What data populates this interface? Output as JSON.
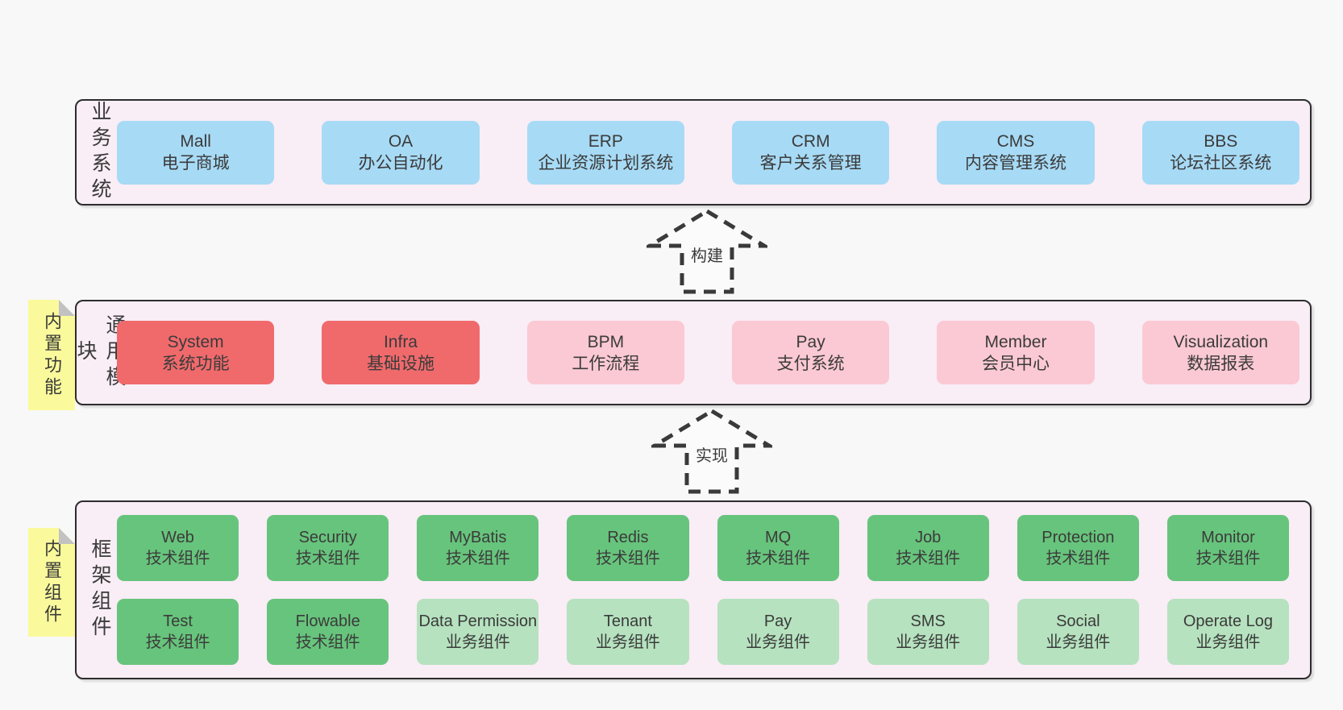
{
  "colors": {
    "page_background": "#f8f8f8",
    "layer_fill": "#f9edf6",
    "layer_border": "#2d2d2d",
    "box_blue": "#a7daf5",
    "box_red": "#f06a6c",
    "box_pink": "#fbc9d3",
    "box_green": "#67c47c",
    "box_green_light": "#b6e2bf",
    "note_yellow": "#fafa9c",
    "note_fold_gray": "#c2c2c2",
    "text": "#3b3b3b"
  },
  "layers": [
    {
      "label": "业务系统",
      "boxes": [
        {
          "name": "Mall",
          "desc": "电子商城",
          "variant": "blue"
        },
        {
          "name": "OA",
          "desc": "办公自动化",
          "variant": "blue"
        },
        {
          "name": "ERP",
          "desc": "企业资源计划系统",
          "variant": "blue"
        },
        {
          "name": "CRM",
          "desc": "客户关系管理",
          "variant": "blue"
        },
        {
          "name": "CMS",
          "desc": "内容管理系统",
          "variant": "blue"
        },
        {
          "name": "BBS",
          "desc": "论坛社区系统",
          "variant": "blue"
        }
      ]
    },
    {
      "label": "通用模块",
      "note": "内置功能",
      "boxes": [
        {
          "name": "System",
          "desc": "系统功能",
          "variant": "red"
        },
        {
          "name": "Infra",
          "desc": "基础设施",
          "variant": "red"
        },
        {
          "name": "BPM",
          "desc": "工作流程",
          "variant": "pink"
        },
        {
          "name": "Pay",
          "desc": "支付系统",
          "variant": "pink"
        },
        {
          "name": "Member",
          "desc": "会员中心",
          "variant": "pink"
        },
        {
          "name": "Visualization",
          "desc": "数据报表",
          "variant": "pink"
        }
      ]
    },
    {
      "label": "框架组件",
      "note": "内置组件",
      "rows": [
        [
          {
            "name": "Web",
            "desc": "技术组件",
            "variant": "green"
          },
          {
            "name": "Security",
            "desc": "技术组件",
            "variant": "green"
          },
          {
            "name": "MyBatis",
            "desc": "技术组件",
            "variant": "green"
          },
          {
            "name": "Redis",
            "desc": "技术组件",
            "variant": "green"
          },
          {
            "name": "MQ",
            "desc": "技术组件",
            "variant": "green"
          },
          {
            "name": "Job",
            "desc": "技术组件",
            "variant": "green"
          },
          {
            "name": "Protection",
            "desc": "技术组件",
            "variant": "green"
          },
          {
            "name": "Monitor",
            "desc": "技术组件",
            "variant": "green"
          }
        ],
        [
          {
            "name": "Test",
            "desc": "技术组件",
            "variant": "green"
          },
          {
            "name": "Flowable",
            "desc": "技术组件",
            "variant": "green"
          },
          {
            "name": "Data Permission",
            "desc": "业务组件",
            "variant": "green_light"
          },
          {
            "name": "Tenant",
            "desc": "业务组件",
            "variant": "green_light"
          },
          {
            "name": "Pay",
            "desc": "业务组件",
            "variant": "green_light"
          },
          {
            "name": "SMS",
            "desc": "业务组件",
            "variant": "green_light"
          },
          {
            "name": "Social",
            "desc": "业务组件",
            "variant": "green_light"
          },
          {
            "name": "Operate Log",
            "desc": "业务组件",
            "variant": "green_light"
          }
        ]
      ]
    }
  ],
  "arrows": [
    {
      "label": "构建"
    },
    {
      "label": "实现"
    }
  ]
}
